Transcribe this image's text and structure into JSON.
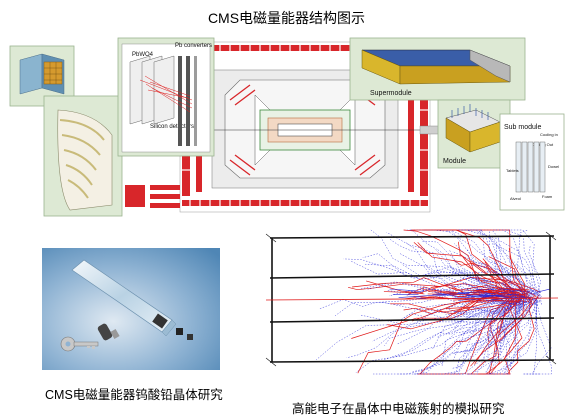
{
  "title": "CMS电磁量能器结构图示",
  "detector": {
    "crystal_label": "PbWO4",
    "converter_label": "Pb converters",
    "silicon_label": "Silicon detectors",
    "supermodule_label": "Supermodule",
    "module_label": "Module",
    "submodule_label": "Sub module",
    "cooling_in_label": "Cooling in",
    "cooling_out_label": "Cooling Out",
    "tablets_label": "Tablets",
    "dowel_label": "Dowel",
    "alveol_label": "Alveol",
    "foam_label": "Foam"
  },
  "photo": {
    "caption": "CMS电磁量能器钨酸铅晶体研究"
  },
  "simulation": {
    "caption": "高能电子在晶体中电磁簇射的模拟研究"
  },
  "colors": {
    "panel_bg": "#dde9d4",
    "detector_red": "#d8262a",
    "shower_blue": "#2a2ad8",
    "shower_red": "#e01818",
    "photo_bg": "#4f86b5"
  }
}
